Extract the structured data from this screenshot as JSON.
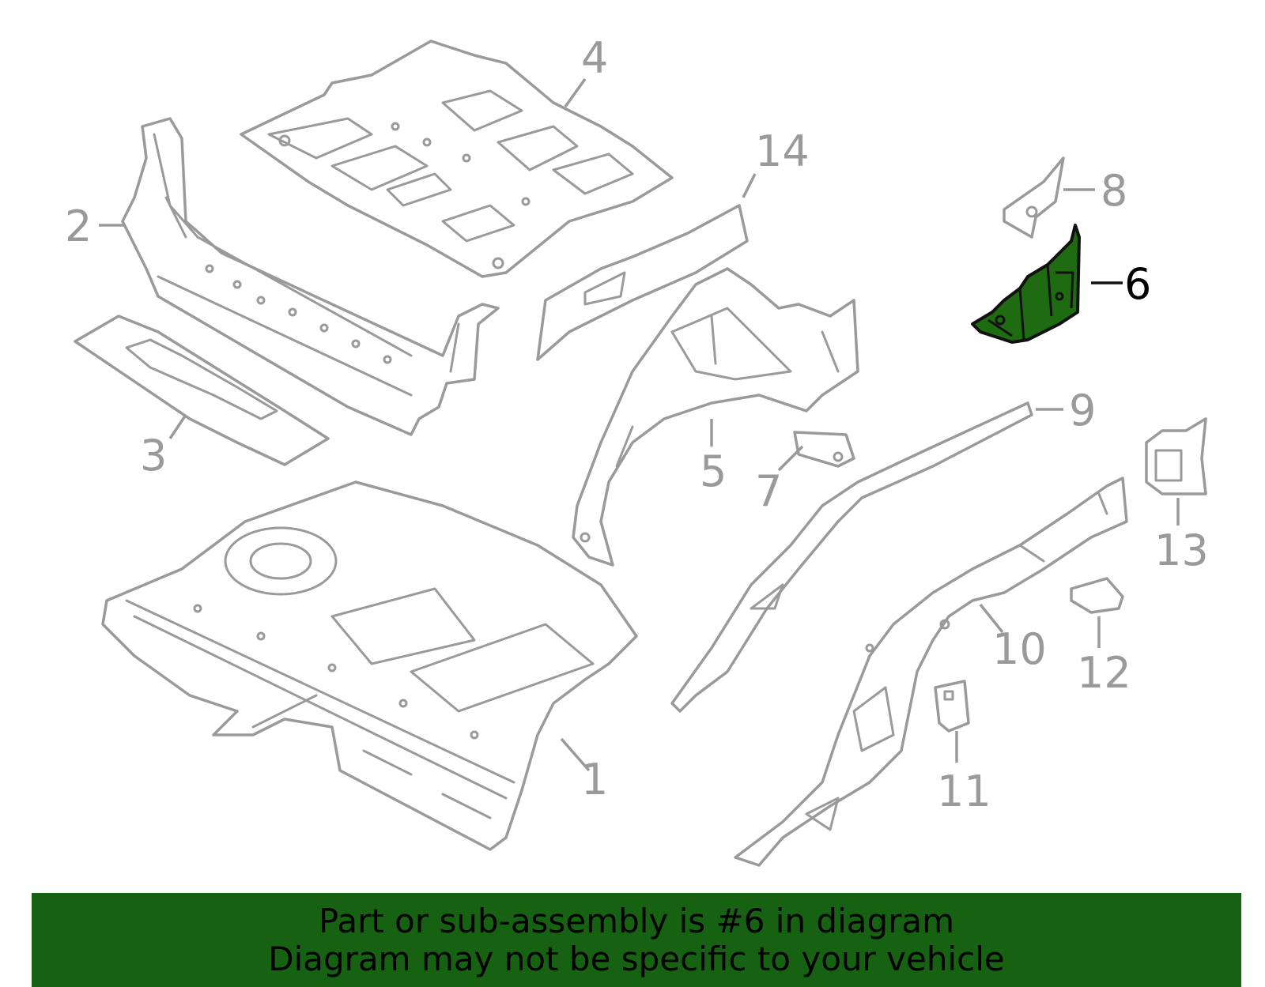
{
  "diagram": {
    "highlight_color": "#1f6b12",
    "line_color": "#9a9a9a",
    "callouts": [
      {
        "id": "c1",
        "label": "1"
      },
      {
        "id": "c2",
        "label": "2"
      },
      {
        "id": "c3",
        "label": "3"
      },
      {
        "id": "c4",
        "label": "4"
      },
      {
        "id": "c5",
        "label": "5"
      },
      {
        "id": "c6",
        "label": "6",
        "highlighted": true
      },
      {
        "id": "c7",
        "label": "7"
      },
      {
        "id": "c8",
        "label": "8"
      },
      {
        "id": "c9",
        "label": "9"
      },
      {
        "id": "c10",
        "label": "10"
      },
      {
        "id": "c11",
        "label": "11"
      },
      {
        "id": "c12",
        "label": "12"
      },
      {
        "id": "c13",
        "label": "13"
      },
      {
        "id": "c14",
        "label": "14"
      }
    ]
  },
  "banner": {
    "color": "#176112",
    "line1": "Part or sub-assembly is #6 in diagram",
    "line2": "Diagram may not be specific to your vehicle"
  }
}
